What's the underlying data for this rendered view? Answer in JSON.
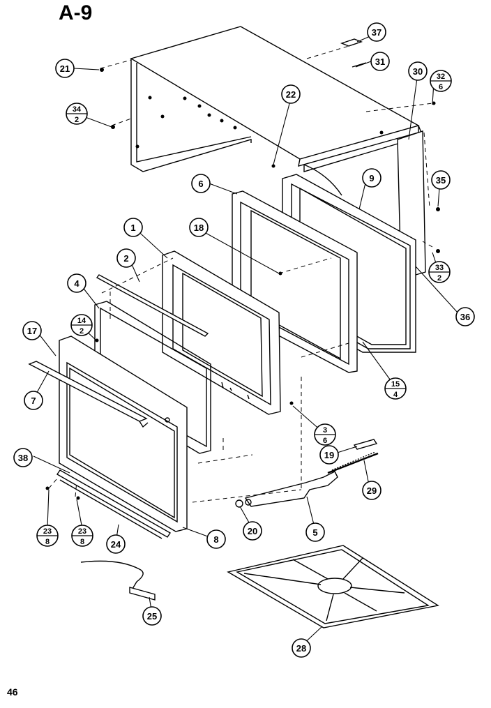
{
  "page": {
    "title": "A-9",
    "page_number": "46"
  },
  "callouts": {
    "c37": "37",
    "c31": "31",
    "c30": "30",
    "c32": {
      "top": "32",
      "bottom": "6"
    },
    "c21": "21",
    "c34": {
      "top": "34",
      "bottom": "2"
    },
    "c22": "22",
    "c35": "35",
    "c6": "6",
    "c9": "9",
    "c1": "1",
    "c18": "18",
    "c33": {
      "top": "33",
      "bottom": "2"
    },
    "c2": "2",
    "c4": "4",
    "c36": "36",
    "c14": {
      "top": "14",
      "bottom": "2"
    },
    "c17": "17",
    "c15": {
      "top": "15",
      "bottom": "4"
    },
    "c7": "7",
    "c3": {
      "top": "3",
      "bottom": "6"
    },
    "c19": "19",
    "c38": "38",
    "c29": "29",
    "c23a": {
      "top": "23",
      "bottom": "8"
    },
    "c23b": {
      "top": "23",
      "bottom": "8"
    },
    "c24": "24",
    "c8": "8",
    "c20": "20",
    "c5": "5",
    "c25": "25",
    "c28": "28"
  }
}
